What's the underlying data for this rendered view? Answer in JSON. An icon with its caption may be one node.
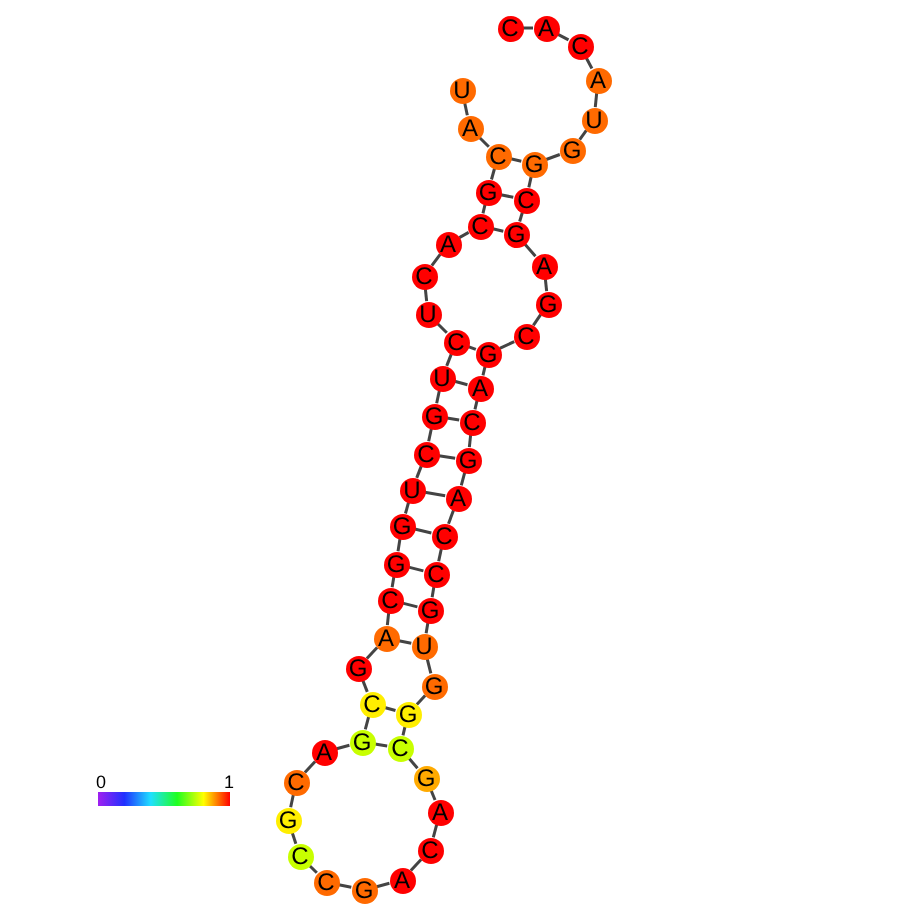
{
  "diagram": {
    "nodes": [
      {
        "text": [
          "U"
        ]
      },
      {
        "text": [
          "A"
        ]
      },
      {
        "text": [
          "C"
        ]
      },
      {
        "text": [
          "G"
        ]
      },
      {
        "text": [
          "C"
        ]
      },
      {
        "text": [
          "A"
        ]
      },
      {
        "text": [
          "C"
        ]
      },
      {
        "text": [
          "U"
        ]
      },
      {
        "text": [
          "C"
        ]
      },
      {
        "text": [
          "U"
        ]
      },
      {
        "text": [
          "G"
        ]
      },
      {
        "text": [
          "C"
        ]
      },
      {
        "text": [
          "U"
        ]
      },
      {
        "text": [
          "G"
        ]
      },
      {
        "text": [
          "G"
        ]
      },
      {
        "text": [
          "C"
        ]
      },
      {
        "text": [
          "A"
        ]
      },
      {
        "text": [
          "G"
        ]
      },
      {
        "text": [
          "C"
        ]
      },
      {
        "text": [
          "G"
        ]
      },
      {
        "text": [
          "A"
        ]
      },
      {
        "text": [
          "C"
        ]
      },
      {
        "text": [
          "G"
        ]
      },
      {
        "text": [
          "C"
        ]
      },
      {
        "text": [
          "C"
        ]
      },
      {
        "text": [
          "G"
        ]
      },
      {
        "text": [
          "A"
        ]
      },
      {
        "text": [
          "C"
        ]
      },
      {
        "text": [
          "A"
        ]
      },
      {
        "text": [
          "G"
        ]
      },
      {
        "text": [
          "C"
        ]
      },
      {
        "text": [
          "G"
        ]
      },
      {
        "text": [
          "G"
        ]
      },
      {
        "text": [
          "U"
        ]
      },
      {
        "text": [
          "G"
        ]
      },
      {
        "text": [
          "C"
        ]
      },
      {
        "text": [
          "C"
        ]
      },
      {
        "text": [
          "A"
        ]
      },
      {
        "text": [
          "G"
        ]
      },
      {
        "text": [
          "C"
        ]
      },
      {
        "text": [
          "A"
        ]
      },
      {
        "text": [
          "G"
        ]
      },
      {
        "text": [
          "C"
        ]
      },
      {
        "text": [
          "G"
        ]
      },
      {
        "text": [
          "A"
        ]
      },
      {
        "text": [
          "G"
        ]
      },
      {
        "text": [
          "C"
        ]
      },
      {
        "text": [
          "G"
        ]
      },
      {
        "text": [
          "G"
        ]
      },
      {
        "text": [
          "U"
        ]
      },
      {
        "text": [
          "A"
        ]
      },
      {
        "text": [
          "C"
        ]
      },
      {
        "text": [
          "A"
        ]
      },
      {
        "text": [
          "C"
        ]
      }
    ],
    "edges": [
      {
        "from": 0,
        "to": 1,
        "arrow": "none"
      },
      {
        "from": 1,
        "to": 2,
        "arrow": "none"
      },
      {
        "from": 2,
        "to": 3,
        "arrow": "none"
      },
      {
        "from": 3,
        "to": 4,
        "arrow": "none"
      },
      {
        "from": 4,
        "to": 5,
        "arrow": "none"
      },
      {
        "from": 5,
        "to": 6,
        "arrow": "none"
      },
      {
        "from": 6,
        "to": 7,
        "arrow": "none"
      },
      {
        "from": 7,
        "to": 8,
        "arrow": "none"
      },
      {
        "from": 8,
        "to": 9,
        "arrow": "none"
      },
      {
        "from": 9,
        "to": 10,
        "arrow": "none"
      },
      {
        "from": 10,
        "to": 11,
        "arrow": "none"
      },
      {
        "from": 11,
        "to": 12,
        "arrow": "none"
      },
      {
        "from": 12,
        "to": 13,
        "arrow": "none"
      },
      {
        "from": 13,
        "to": 14,
        "arrow": "none"
      },
      {
        "from": 14,
        "to": 15,
        "arrow": "none"
      },
      {
        "from": 15,
        "to": 16,
        "arrow": "none"
      },
      {
        "from": 16,
        "to": 17,
        "arrow": "none"
      },
      {
        "from": 17,
        "to": 18,
        "arrow": "none"
      },
      {
        "from": 18,
        "to": 19,
        "arrow": "none"
      },
      {
        "from": 19,
        "to": 20,
        "arrow": "none"
      },
      {
        "from": 20,
        "to": 21,
        "arrow": "none"
      },
      {
        "from": 21,
        "to": 22,
        "arrow": "none"
      },
      {
        "from": 22,
        "to": 23,
        "arrow": "none"
      },
      {
        "from": 23,
        "to": 24,
        "arrow": "none"
      },
      {
        "from": 24,
        "to": 25,
        "arrow": "none"
      },
      {
        "from": 25,
        "to": 26,
        "arrow": "none"
      },
      {
        "from": 26,
        "to": 27,
        "arrow": "none"
      },
      {
        "from": 27,
        "to": 28,
        "arrow": "none"
      },
      {
        "from": 28,
        "to": 29,
        "arrow": "none"
      },
      {
        "from": 29,
        "to": 30,
        "arrow": "none"
      },
      {
        "from": 30,
        "to": 31,
        "arrow": "none"
      },
      {
        "from": 31,
        "to": 32,
        "arrow": "none"
      },
      {
        "from": 32,
        "to": 33,
        "arrow": "none"
      },
      {
        "from": 33,
        "to": 34,
        "arrow": "none"
      },
      {
        "from": 34,
        "to": 35,
        "arrow": "none"
      },
      {
        "from": 35,
        "to": 36,
        "arrow": "none"
      },
      {
        "from": 36,
        "to": 37,
        "arrow": "none"
      },
      {
        "from": 37,
        "to": 38,
        "arrow": "none"
      },
      {
        "from": 38,
        "to": 39,
        "arrow": "none"
      },
      {
        "from": 39,
        "to": 40,
        "arrow": "none"
      },
      {
        "from": 40,
        "to": 41,
        "arrow": "none"
      },
      {
        "from": 41,
        "to": 42,
        "arrow": "none"
      },
      {
        "from": 42,
        "to": 43,
        "arrow": "none"
      },
      {
        "from": 43,
        "to": 44,
        "arrow": "none"
      },
      {
        "from": 44,
        "to": 45,
        "arrow": "none"
      },
      {
        "from": 45,
        "to": 46,
        "arrow": "none"
      },
      {
        "from": 46,
        "to": 47,
        "arrow": "none"
      },
      {
        "from": 47,
        "to": 48,
        "arrow": "none"
      },
      {
        "from": 48,
        "to": 49,
        "arrow": "none"
      },
      {
        "from": 49,
        "to": 50,
        "arrow": "none"
      },
      {
        "from": 50,
        "to": 51,
        "arrow": "none"
      },
      {
        "from": 51,
        "to": 52,
        "arrow": "none"
      },
      {
        "from": 52,
        "to": 53,
        "arrow": "none"
      },
      {
        "from": 2,
        "to": 47,
        "arrow": "none"
      },
      {
        "from": 3,
        "to": 46,
        "arrow": "none"
      },
      {
        "from": 4,
        "to": 45,
        "arrow": "none"
      },
      {
        "from": 8,
        "to": 41,
        "arrow": "none"
      },
      {
        "from": 9,
        "to": 40,
        "arrow": "none"
      },
      {
        "from": 10,
        "to": 39,
        "arrow": "none"
      },
      {
        "from": 11,
        "to": 38,
        "arrow": "none"
      },
      {
        "from": 12,
        "to": 37,
        "arrow": "none"
      },
      {
        "from": 13,
        "to": 36,
        "arrow": "none"
      },
      {
        "from": 14,
        "to": 35,
        "arrow": "none"
      },
      {
        "from": 15,
        "to": 34,
        "arrow": "none"
      },
      {
        "from": 16,
        "to": 33,
        "arrow": "none"
      },
      {
        "from": 18,
        "to": 31,
        "arrow": "none"
      },
      {
        "from": 19,
        "to": 30,
        "arrow": "none"
      }
    ],
    "labels": [
      "0",
      "1"
    ]
  }
}
